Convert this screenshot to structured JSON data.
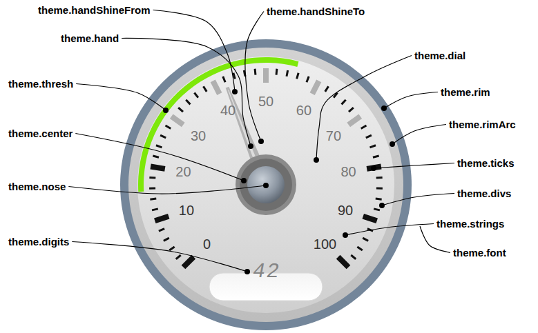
{
  "diagram": {
    "labels": [
      "theme.handShineFrom",
      "theme.handShineTo",
      "theme.hand",
      "theme.dial",
      "theme.thresh",
      "theme.rim",
      "theme.rimArc",
      "theme.center",
      "theme.ticks",
      "theme.nose",
      "theme.divs",
      "theme.strings",
      "theme.font",
      "theme.digits",
      "0",
      "10",
      "20",
      "30",
      "40",
      "50",
      "60",
      "70",
      "80",
      "90",
      "100",
      "42"
    ]
  }
}
